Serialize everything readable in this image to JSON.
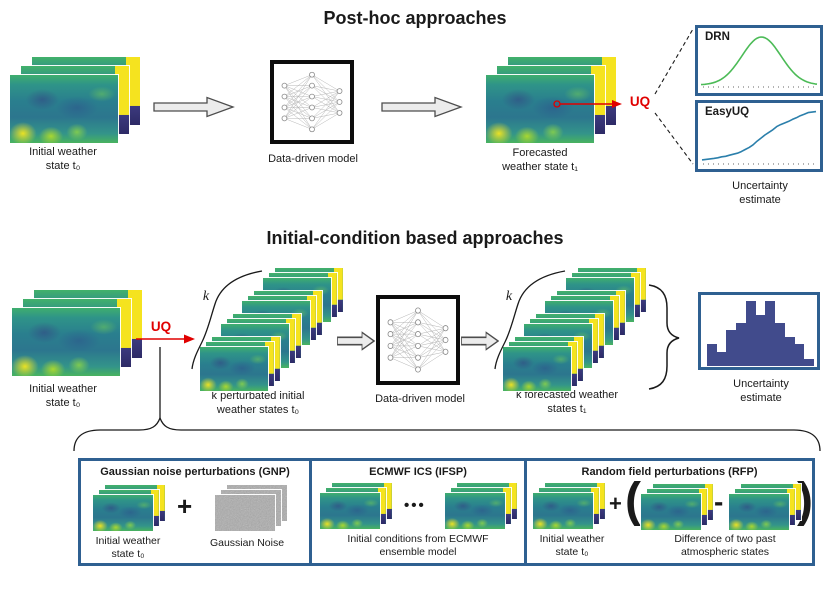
{
  "sections": {
    "posthoc": {
      "title": "Post-hoc approaches",
      "initial_label_1": "Initial weather",
      "initial_label_2": "state t₀",
      "model_label": "Data-driven model",
      "forecast_label_1": "Forecasted",
      "forecast_label_2": "weather state t₁",
      "uq_label": "UQ",
      "drn_label": "DRN",
      "easyuq_label": "EasyUQ",
      "uncertainty_label_1": "Uncertainty",
      "uncertainty_label_2": "estimate"
    },
    "initcond": {
      "title": "Initial-condition based approaches",
      "initial_label_1": "Initial weather",
      "initial_label_2": "state t₀",
      "uq_label": "UQ",
      "k_label_1": "k",
      "k_label_2": "k",
      "perturbed_label_1": "k perturbated initial",
      "perturbed_label_2": "weather states t₀",
      "model_label": "Data-driven model",
      "forecast_label_1": "k forecasted weather",
      "forecast_label_2": "states t₁",
      "uncertainty_label_1": "Uncertainty",
      "uncertainty_label_2": "estimate"
    },
    "methods": {
      "gnp": {
        "title": "Gaussian noise perturbations (GNP)",
        "plus": "+",
        "left_label_1": "Initial weather",
        "left_label_2": "state t₀",
        "right_label": "Gaussian Noise"
      },
      "ifsp": {
        "title": "ECMWF ICS (IFSP)",
        "dots": "•••",
        "label_1": "Initial conditions from ECMWF",
        "label_2": "ensemble model"
      },
      "rfp": {
        "title": "Random field perturbations (RFP)",
        "plus": "+",
        "open_paren": "(",
        "minus": "-",
        "close_paren": ")",
        "left_label_1": "Initial weather",
        "left_label_2": "state t₀",
        "right_label_1": "Difference of two past",
        "right_label_2": "atmospheric states"
      }
    }
  },
  "colors": {
    "accent_red": "#e00000",
    "plot_border_blue": "#2f6091",
    "model_border_black": "#0d0d0d",
    "arrow_fill_gray": "#ececec",
    "drn_curve_green": "#4cbb57",
    "easyuq_curve_blue": "#2b7fab",
    "histogram_fill": "#414b8c"
  },
  "chart_data": [
    {
      "id": "drn",
      "type": "line",
      "title": "DRN",
      "description": "Gaussian predictive density over forecast value",
      "color": "#4cbb57",
      "mean": 0.52,
      "sigma": 0.16,
      "x_range": [
        0,
        1
      ],
      "legend_position": "top-left"
    },
    {
      "id": "easyuq",
      "type": "line",
      "title": "EasyUQ",
      "description": "Empirical cumulative distribution function",
      "color": "#2b7fab",
      "values": [
        0.04,
        0.05,
        0.06,
        0.07,
        0.08,
        0.1,
        0.11,
        0.13,
        0.15,
        0.17,
        0.2,
        0.24,
        0.28,
        0.33,
        0.4,
        0.46,
        0.52,
        0.57,
        0.62,
        0.68,
        0.72,
        0.75,
        0.78,
        0.82,
        0.85,
        0.89,
        0.92,
        0.95,
        0.96,
        0.97
      ],
      "legend_position": "top-left"
    },
    {
      "id": "uncertainty_histogram",
      "type": "bar",
      "title": "Uncertainty estimate",
      "color": "#414b8c",
      "values": [
        3,
        2,
        5,
        6,
        9,
        7,
        9,
        6,
        4,
        3,
        1
      ]
    }
  ]
}
